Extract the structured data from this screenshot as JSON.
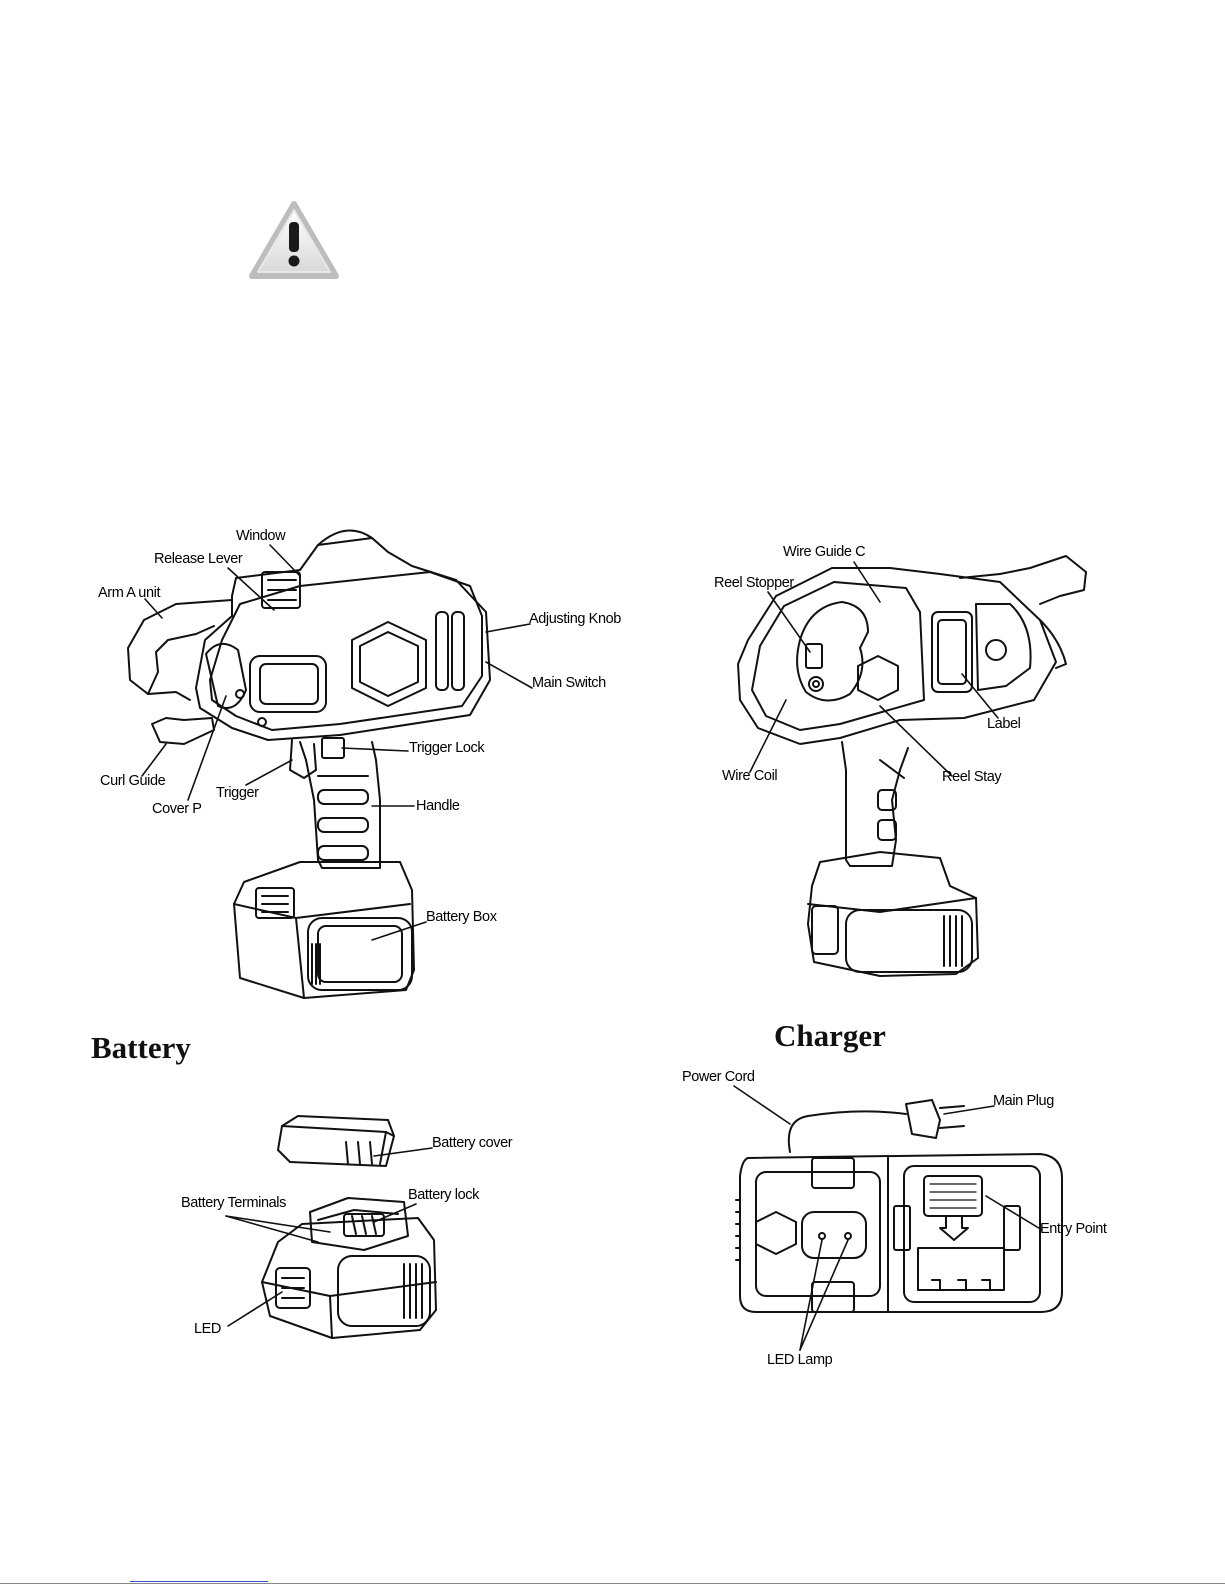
{
  "warning": {
    "icon": "warning-triangle-icon"
  },
  "tool_front": {
    "labels": {
      "window": "Window",
      "release_lever": "Release Lever",
      "arm_a_unit": "Arm A unit",
      "adjusting_knob": "Adjusting Knob",
      "main_switch": "Main Switch",
      "trigger_lock": "Trigger Lock",
      "curl_guide": "Curl Guide",
      "trigger": "Trigger",
      "cover_p": "Cover P",
      "handle": "Handle",
      "battery_box": "Battery Box"
    }
  },
  "tool_back": {
    "labels": {
      "wire_guide_c": "Wire Guide C",
      "reel_stopper": "Reel Stopper",
      "label": "Label",
      "wire_coil": "Wire Coil",
      "reel_stay": "Reel Stay"
    }
  },
  "battery_section": {
    "heading": "Battery",
    "labels": {
      "battery_cover": "Battery cover",
      "battery_terminals": "Battery Terminals",
      "battery_lock": "Battery lock",
      "led": "LED"
    }
  },
  "charger_section": {
    "heading": "Charger",
    "labels": {
      "power_cord": "Power Cord",
      "main_plug": "Main Plug",
      "entry_point": "Entry Point",
      "led_lamp": "LED Lamp"
    }
  }
}
